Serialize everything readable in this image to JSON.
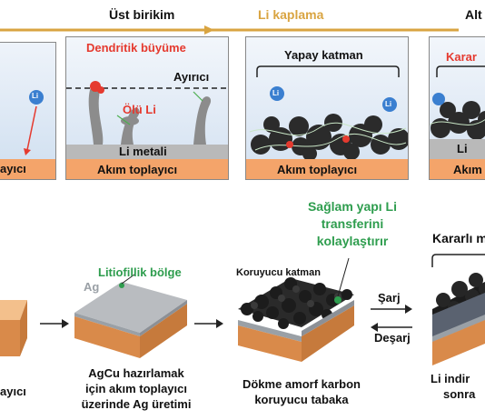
{
  "top_row": {
    "stage1": "Üst birikim",
    "stage2": "Li kaplama",
    "stage3": "Alt",
    "panel1": {
      "collector": "ayıcı"
    },
    "panel2": {
      "dendrite": "Dendritik büyüme",
      "separator": "Ayırıcı",
      "dead_li": "Ölü Li",
      "metal": "Li metali",
      "collector": "Akım toplayıcı"
    },
    "panel3": {
      "layer": "Yapay katman",
      "ion1": "Li",
      "ion2": "Li",
      "collector": "Akım toplayıcı"
    },
    "panel4": {
      "stable": "Karar",
      "metal": "Li",
      "collector": "Akım"
    },
    "ion": "Li"
  },
  "bottom_row": {
    "lithiophilic": "Litiofillik bölge",
    "ag": "Ag",
    "protective": "Koruyucu katman",
    "robust": [
      "Sağlam yapı Li",
      "transferini",
      "kolaylaştırır"
    ],
    "stable_right": "Kararlı me",
    "charge": "Şarj",
    "discharge": "Deşarj",
    "cap_left": "ayıcı",
    "cap2": [
      "AgCu hazırlamak",
      "için akım toplayıcı",
      "üzerinde Ag üretimi"
    ],
    "cap3": [
      "Dökme amorf karbon",
      "koruyucu tabaka"
    ],
    "cap4": [
      "Li indir",
      "sonra"
    ]
  },
  "colors": {
    "arrow": "#d9a441",
    "stage2_text": "#d9a441",
    "red": "#e53a2f",
    "green": "#2e9d4e",
    "collector": "#f4a46a",
    "metal": "#b9b9b9",
    "electrolyte": "#dde8f4"
  }
}
